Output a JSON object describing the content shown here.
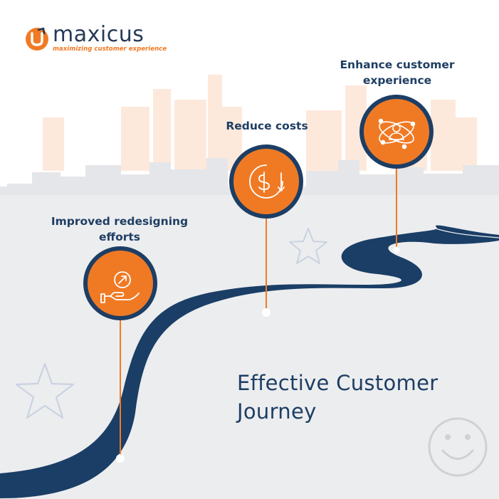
{
  "brand": {
    "name": "maxicus",
    "tagline": "maximizing customer experience",
    "accent": "#f07a24",
    "navy": "#1d3e64"
  },
  "milestones": [
    {
      "label_lines": [
        "Improved redesigning",
        "efforts"
      ],
      "icon": "hand-refresh-icon"
    },
    {
      "label_lines": [
        "Reduce costs"
      ],
      "icon": "dollar-cycle-icon"
    },
    {
      "label_lines": [
        "Enhance customer",
        "experience"
      ],
      "icon": "customer-orbit-icon"
    }
  ],
  "title_lines": [
    "Effective Customer",
    "Journey"
  ],
  "decorations": [
    "star-icon",
    "star-icon",
    "smiley-icon",
    "city-skyline"
  ]
}
